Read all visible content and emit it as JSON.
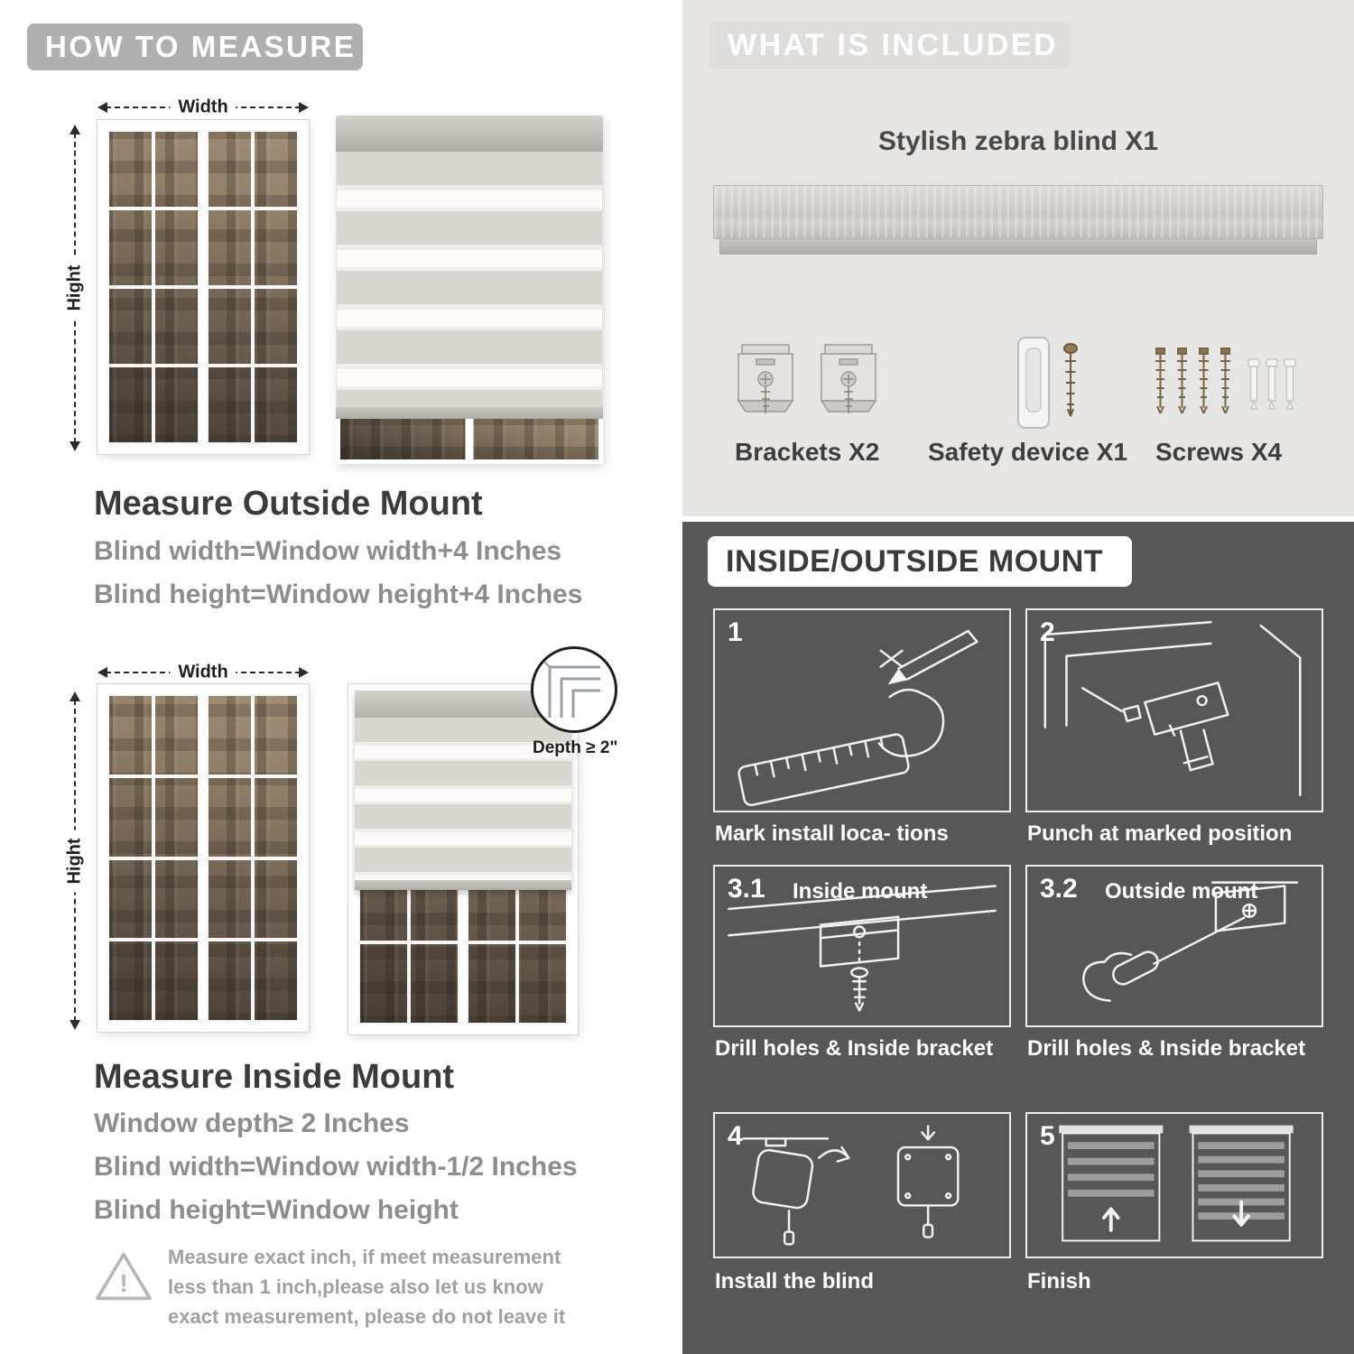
{
  "measure": {
    "header": "HOW TO MEASURE",
    "warning_glyph": "!",
    "outside": {
      "width": "Width",
      "height": "Hight",
      "title": "Measure Outside Mount",
      "lines": [
        "Blind width=Window width+4 Inches",
        "Blind height=Window height+4 Inches"
      ]
    },
    "inside": {
      "width": "Width",
      "height": "Hight",
      "depth": "Depth ≥ 2\"",
      "title": "Measure Inside Mount",
      "lines": [
        "Window depth≥ 2 Inches",
        "Blind width=Window width-1/2 Inches",
        "Blind height=Window height"
      ]
    },
    "note": "Measure exact inch, if meet measurement less than 1 inch,please also let us know exact measurement, please do not leave it"
  },
  "included": {
    "header": "WHAT IS INCLUDED",
    "product": "Stylish zebra blind X1",
    "items": [
      {
        "label": "Brackets X2"
      },
      {
        "label": "Safety device X1"
      },
      {
        "label": "Screws X4"
      }
    ]
  },
  "mount": {
    "header": "INSIDE/OUTSIDE MOUNT",
    "steps": [
      {
        "num": "1",
        "caption": "Mark install loca- tions"
      },
      {
        "num": "2",
        "caption": "Punch at marked position"
      },
      {
        "num": "3.1",
        "title": "Inside mount",
        "caption": "Drill holes & Inside bracket"
      },
      {
        "num": "3.2",
        "title": "Outside mount",
        "caption": "Drill holes & Inside bracket"
      },
      {
        "num": "4",
        "caption": "Install the blind"
      },
      {
        "num": "5",
        "caption": "Finish"
      }
    ]
  },
  "colors": {
    "banner_gray": "#b1b0b0",
    "light_section_bg": "#e6e5e4",
    "dark_section_bg": "#575757",
    "heading_text": "#3b3b3b",
    "spec_text": "#8d8d8d"
  }
}
